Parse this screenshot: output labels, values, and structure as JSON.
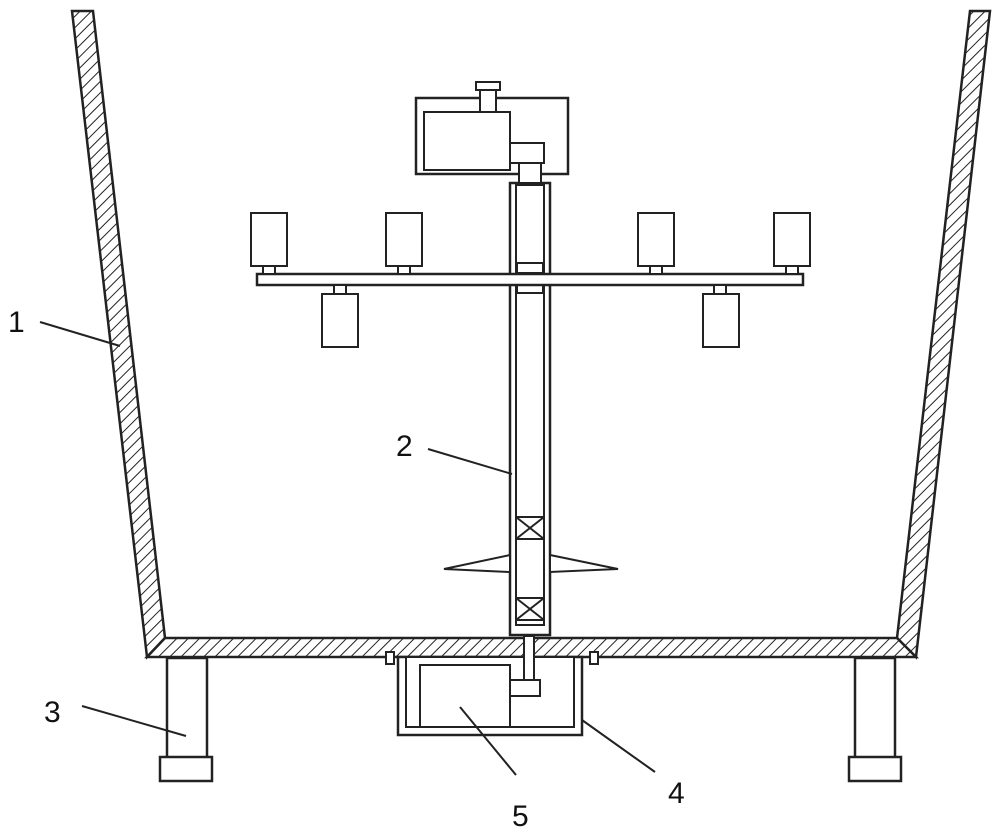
{
  "labels": {
    "one": "1",
    "two": "2",
    "three": "3",
    "four": "4",
    "five": "5"
  },
  "colors": {
    "line": "#222222",
    "background": "#ffffff"
  }
}
